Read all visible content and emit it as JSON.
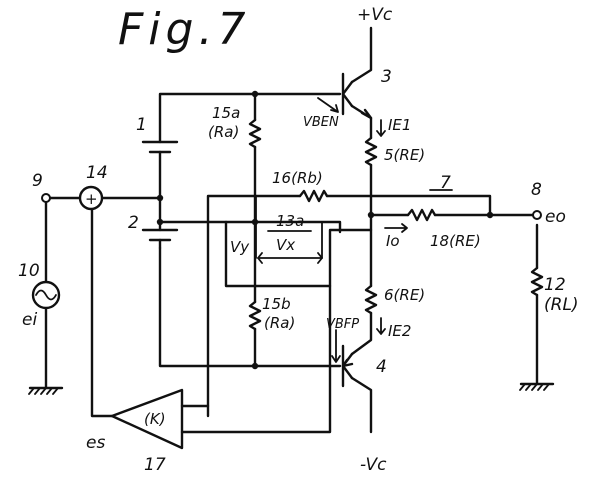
{
  "figure": {
    "title": "Fig.7"
  },
  "labels": {
    "plus_vc": "+Vc",
    "minus_vc": "-Vc",
    "ref_3": "3",
    "ref_4": "4",
    "ref_1": "1",
    "ref_2": "2",
    "ref_9": "9",
    "ref_10": "10",
    "ref_14": "14",
    "ref_8": "8",
    "ref_12": "12",
    "ref_17": "17",
    "ref_7": "7",
    "vben": "VBEN",
    "vbfp": "VBFP",
    "ie1": "IE1",
    "ie2": "IE2",
    "r5": "5(RE)",
    "r6": "6(RE)",
    "r15a": "15a",
    "ra_a": "(Ra)",
    "r15b": "15b",
    "ra_b": "(Ra)",
    "r16": "16(Rb)",
    "r13a": "13a",
    "vx": "Vx",
    "vy": "Vy",
    "io": "Io",
    "r18": "18(RE)",
    "r12": "(RL)",
    "eo": "eo",
    "ei": "ei",
    "es": "es",
    "k": "(K)",
    "plus_sign": "+"
  },
  "colors": {
    "ink": "#111111",
    "paper": "#ffffff"
  }
}
